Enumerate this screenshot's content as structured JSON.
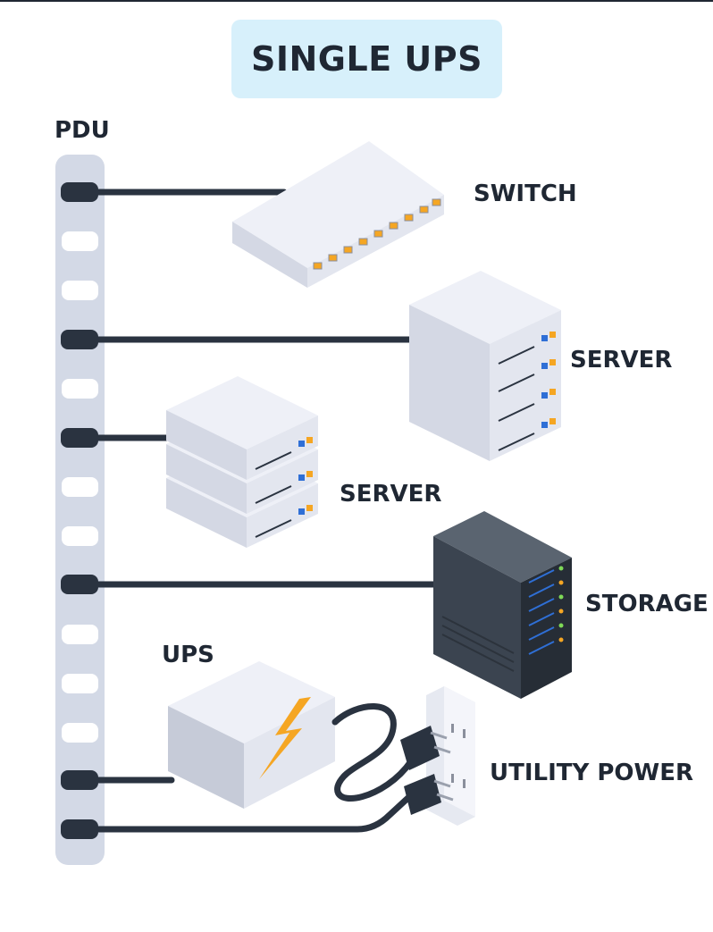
{
  "title": "SINGLE UPS",
  "labels": {
    "pdu": "PDU",
    "switch": "SWITCH",
    "server_1": "SERVER",
    "server_2": "SERVER",
    "storage": "STORAGE",
    "ups": "UPS",
    "utility_power": "UTILITY POWER"
  },
  "icons": [
    "pdu-strip-icon",
    "network-switch-icon",
    "server-stack-icon",
    "storage-tower-icon",
    "ups-box-icon",
    "lightning-bolt-icon",
    "wall-outlet-icon",
    "power-plug-icon"
  ],
  "colors": {
    "cable": "#2a3340",
    "pdu_strip": "#d3d9e6",
    "device_light": "#e8ebf4",
    "device_side": "#c6cbd8",
    "storage_dark": "#3b4450",
    "accent_orange": "#f5a623",
    "accent_blue": "#2f6fd6",
    "title_bg": "#d7f0fb",
    "text": "#1f2733"
  }
}
